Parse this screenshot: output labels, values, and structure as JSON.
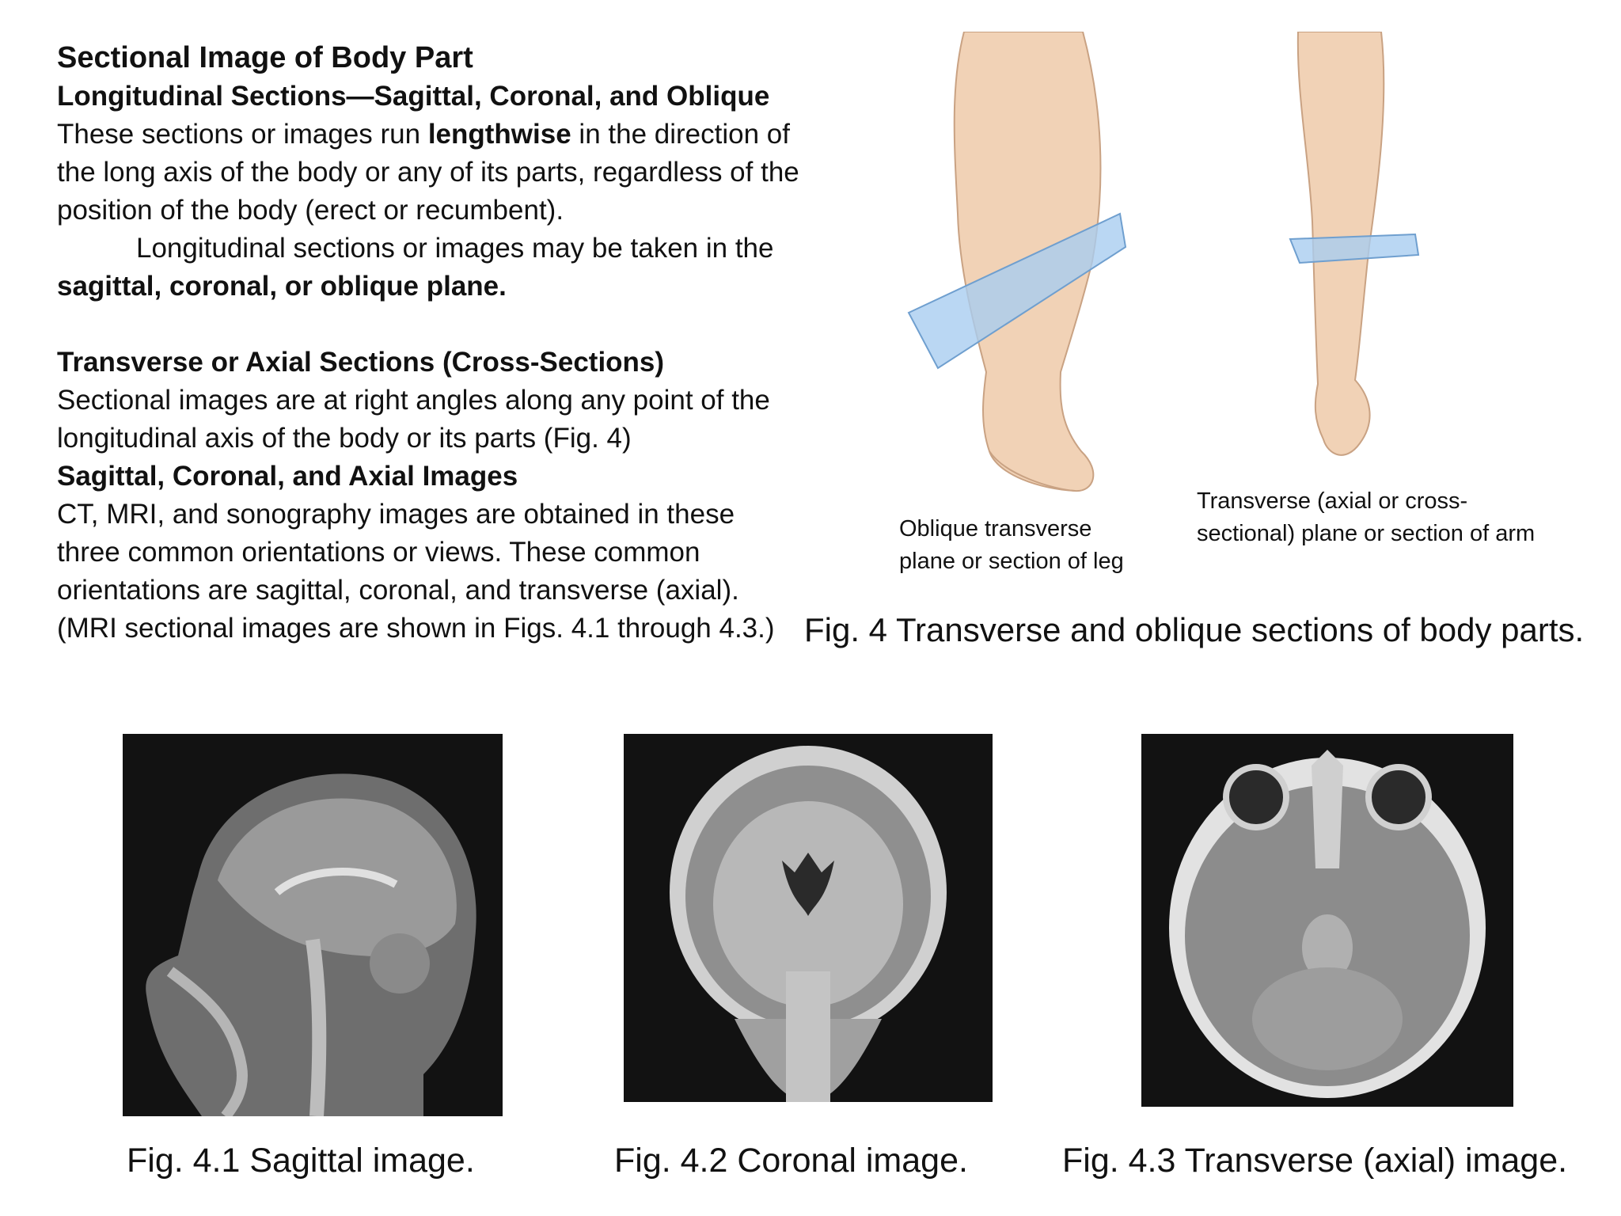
{
  "page": {
    "title": "Sectional Image of Body Part",
    "longitudinal": {
      "heading": "Longitudinal Sections—Sagittal, Coronal, and Oblique",
      "p1_pre": "These sections or images run ",
      "p1_bold": "lengthwise",
      "p1_post": " in the direction of the long axis of the body or any of its parts, regardless of the position of the body (erect or recumbent).",
      "p2_pre": "Longitudinal sections or images may be taken in the ",
      "p2_bold": "sagittal, coronal, or oblique plane."
    },
    "transverse": {
      "heading": "Transverse or Axial Sections (Cross-Sections)",
      "body": "Sectional images are at right angles along any point of the longitudinal axis of the body or its parts (Fig. 4)"
    },
    "images": {
      "heading": "Sagittal, Coronal, and Axial Images",
      "body": "CT, MRI, and sonography images are obtained in these three common orientations or views. These common orientations are sagittal, coronal, and transverse (axial). (MRI sectional images are shown in Figs. 4.1 through 4.3.)"
    }
  },
  "figure4": {
    "leg_label_line1": "Oblique transverse",
    "leg_label_line2": "plane or section of leg",
    "arm_label_line1": "Transverse (axial or cross-",
    "arm_label_line2": "sectional) plane or section of arm",
    "caption": "Fig. 4 Transverse and oblique sections of body parts."
  },
  "mri_figures": [
    {
      "caption": "Fig. 4.1 Sagittal image."
    },
    {
      "caption": "Fig. 4.2 Coronal image."
    },
    {
      "caption": "Fig. 4.3 Transverse (axial) image."
    }
  ],
  "colors": {
    "plane_fill": "#a9cdf0",
    "skin": "#f1d2b6",
    "mri_background": "#121212"
  }
}
